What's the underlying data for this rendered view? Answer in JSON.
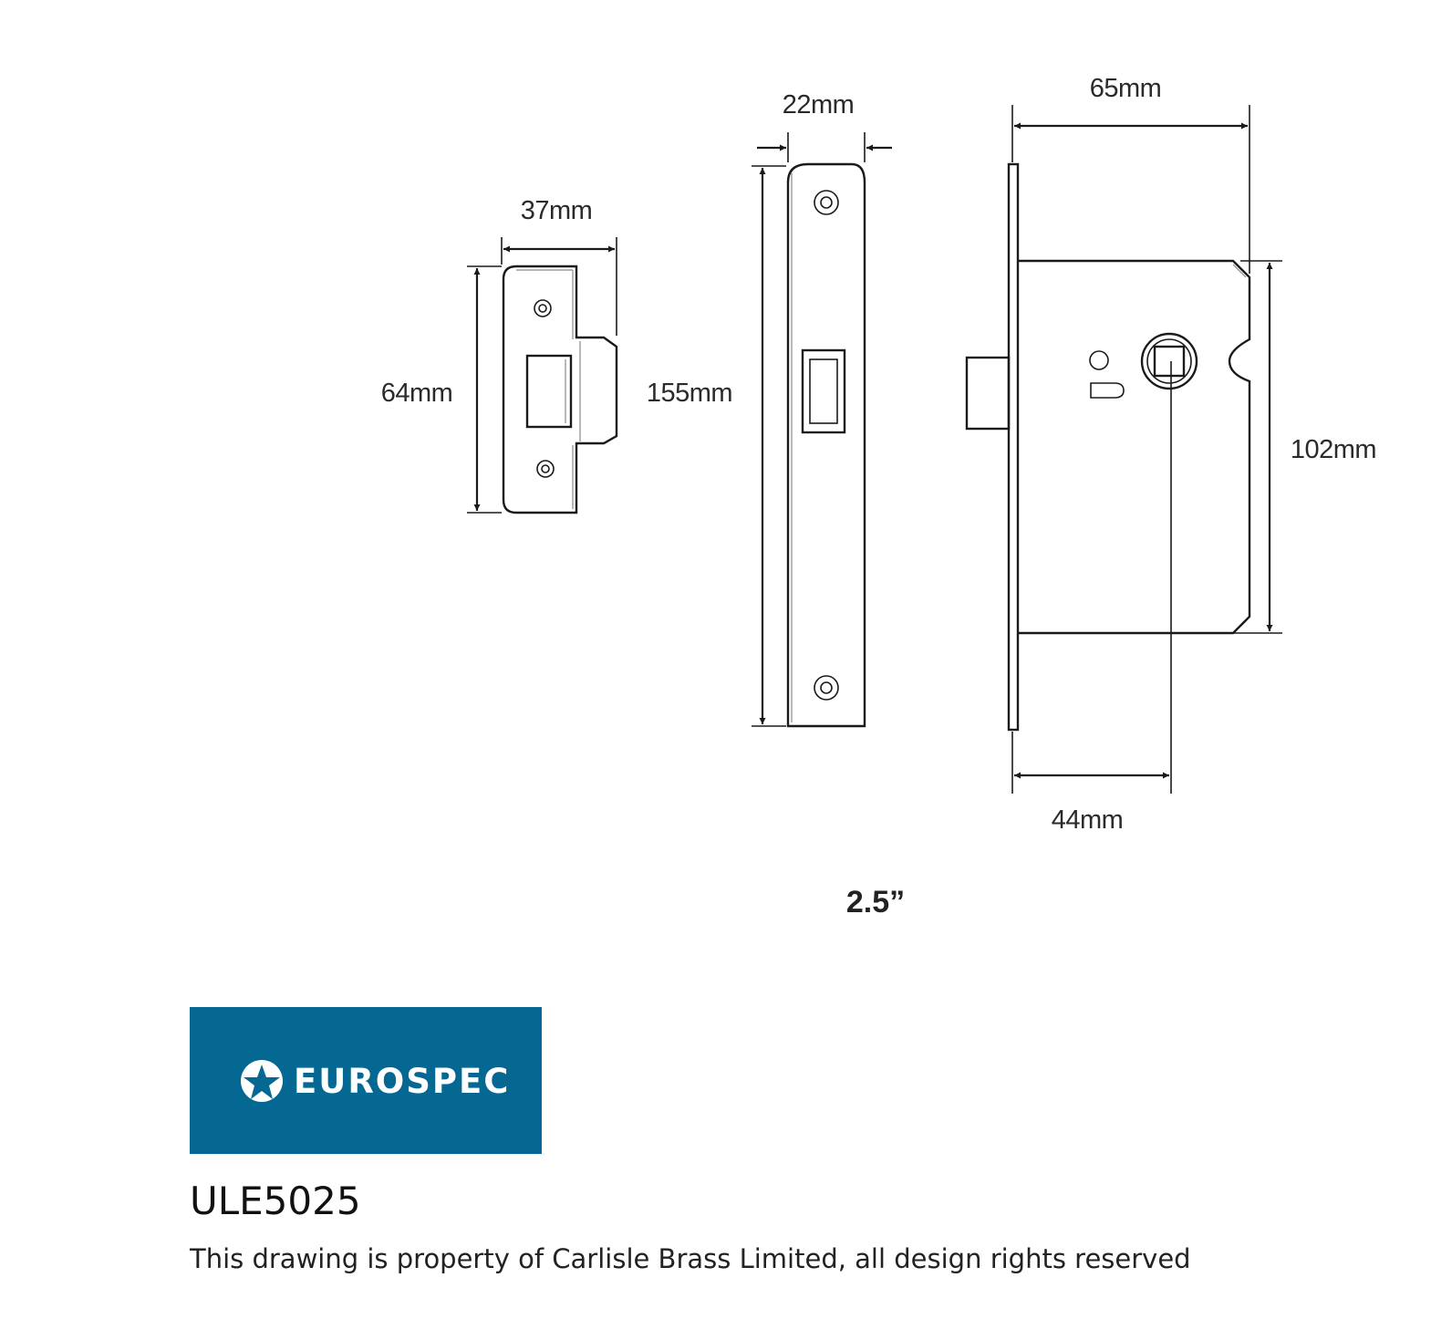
{
  "drawing": {
    "strike_plate": {
      "width_label": "37mm",
      "height_label": "64mm"
    },
    "forend": {
      "width_label": "22mm",
      "height_label": "155mm"
    },
    "lock_case": {
      "depth_label": "65mm",
      "height_label": "102mm",
      "backset_label": "44mm"
    },
    "size_label": "2.5”"
  },
  "brand": {
    "name": "EUROSPEC",
    "icon": "star-logo-icon",
    "color": "#046893"
  },
  "product": {
    "code": "ULE5025"
  },
  "footer": {
    "copyright": "This drawing is property of Carlisle Brass Limited, all design rights reserved"
  }
}
